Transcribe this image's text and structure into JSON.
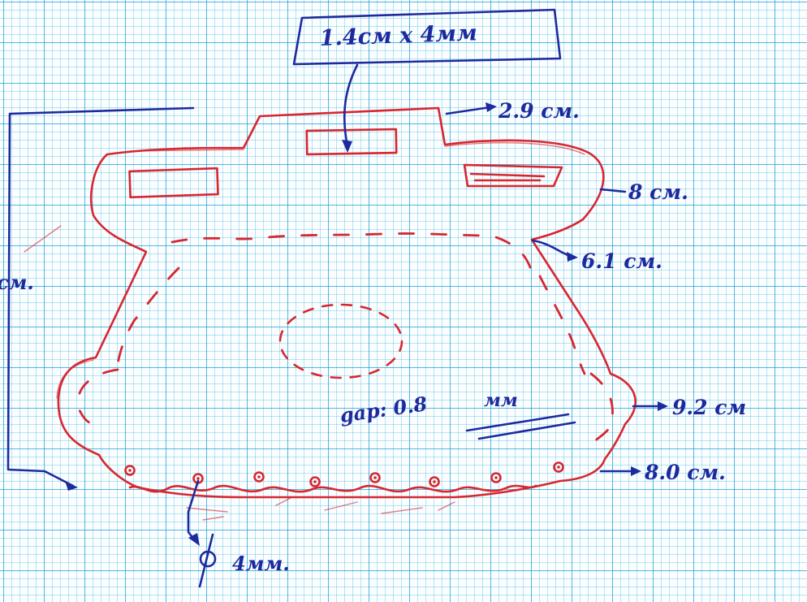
{
  "labels": {
    "top_box": "1.4см x 4мм",
    "width_top": "2.9 см.",
    "height_upper": "8 см.",
    "right_upper": "6.1 см.",
    "width_mid": "9.2 см",
    "width_bottom": "8.0 см.",
    "left_clip": "см.",
    "hole_size": "4мм.",
    "hole_prefix": "⌀",
    "gap_label": "gap: 0.8",
    "gap_unit": "мм"
  },
  "colors": {
    "outline": "#d8262f",
    "ink": "#1d2a9e",
    "grid": "#0096cd"
  }
}
